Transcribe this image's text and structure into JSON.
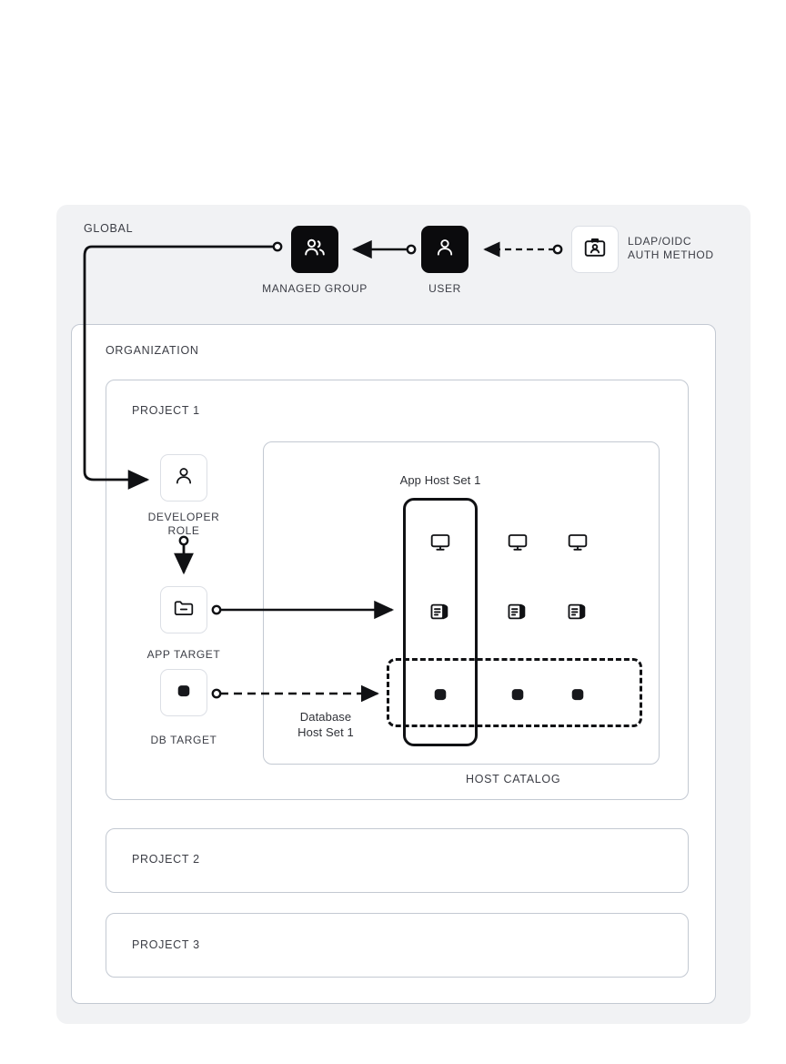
{
  "zones": {
    "global_label": "GLOBAL",
    "organization_label": "ORGANIZATION",
    "project1_label": "PROJECT 1",
    "project2_label": "PROJECT 2",
    "project3_label": "PROJECT 3",
    "host_catalog_label": "HOST CATALOG"
  },
  "global_nodes": {
    "managed_group": {
      "label": "MANAGED GROUP",
      "icon": "managed-group-icon"
    },
    "user": {
      "label": "USER",
      "icon": "user-icon"
    },
    "auth_method": {
      "label": "LDAP/OIDC\nAUTH METHOD",
      "label_line1": "LDAP/OIDC",
      "label_line2": "AUTH METHOD",
      "icon": "id-badge-icon"
    }
  },
  "project1_nodes": {
    "developer_role": {
      "label_line1": "DEVELOPER",
      "label_line2": "ROLE",
      "icon": "user-role-icon"
    },
    "app_target": {
      "label": "APP TARGET",
      "icon": "folder-minus-icon"
    },
    "db_target": {
      "label": "DB TARGET",
      "icon": "database-icon"
    }
  },
  "host_sets": {
    "app_host_set": {
      "label": "App Host Set 1"
    },
    "database_host_set": {
      "label_line1": "Database",
      "label_line2": "Host Set 1"
    }
  },
  "host_catalog": {
    "rows": [
      {
        "type": "monitor-icon",
        "count": 3
      },
      {
        "type": "server-icon",
        "count": 3
      },
      {
        "type": "database-icon",
        "count": 3
      }
    ]
  },
  "colors": {
    "background": "#ffffff",
    "global_fill": "#f1f2f4",
    "container_stroke": "#c3c9d2",
    "node_dark": "#0b0b0d",
    "node_light": "#ffffff",
    "line": "#101114",
    "text": "#3b3d45"
  }
}
